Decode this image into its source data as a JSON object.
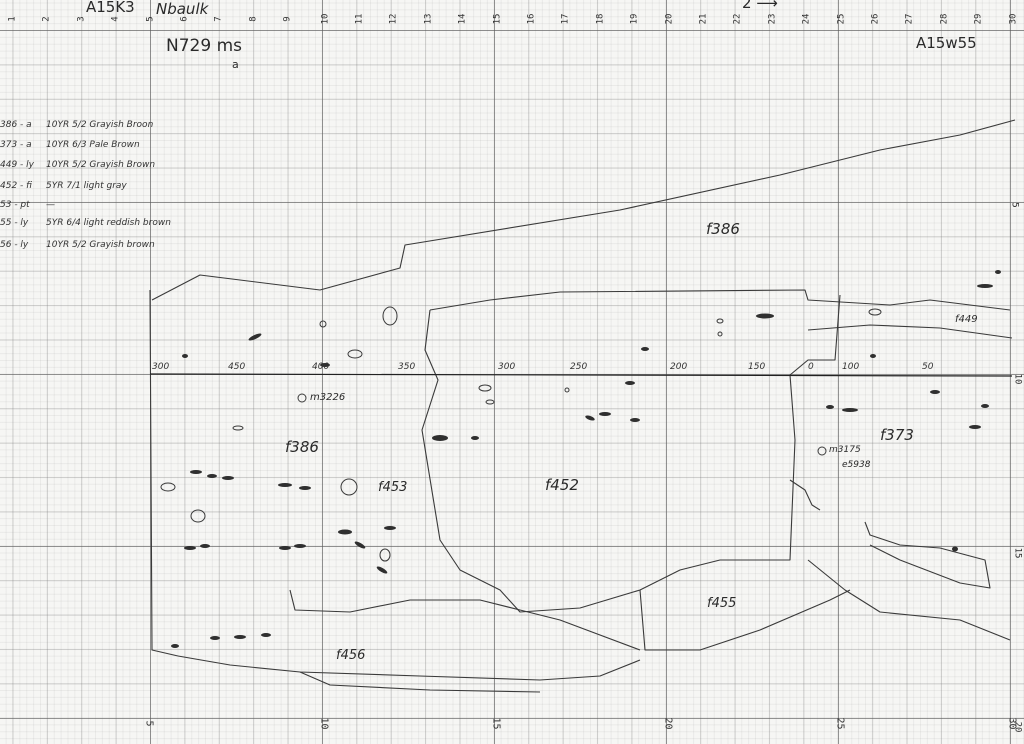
{
  "header": {
    "unit": "A15K3",
    "baulk": "Nbaulk",
    "arrow": "2 ⟶",
    "elevation": "N729 ms",
    "elevation_sub": "a",
    "unit_right": "A15w55"
  },
  "top_ruler": [
    "1",
    "2",
    "3",
    "4",
    "5",
    "6",
    "7",
    "8",
    "9",
    "10",
    "11",
    "12",
    "13",
    "14",
    "15",
    "16",
    "17",
    "18",
    "19",
    "20",
    "21",
    "22",
    "23",
    "24",
    "25",
    "26",
    "27",
    "28",
    "29",
    "30"
  ],
  "bottom_ruler": [
    "5",
    "10",
    "15",
    "20",
    "25",
    "30"
  ],
  "right_ruler": [
    "5",
    "10",
    "15",
    "20"
  ],
  "legend": [
    {
      "code": "386 - a",
      "desc": "10YR 5/2 Grayish Broon"
    },
    {
      "code": "373 - a",
      "desc": "10YR 6/3 Pale Brown"
    },
    {
      "code": "449 - ly",
      "desc": "10YR 5/2 Grayish Brown"
    },
    {
      "code": "452 - fi",
      "desc": "5YR 7/1 light gray"
    },
    {
      "code": "53 - pt",
      "desc": "—"
    },
    {
      "code": "55 - ly",
      "desc": "5YR 6/4 light reddish brown"
    },
    {
      "code": "56 - ly",
      "desc": "10YR 5/2 Grayish brown"
    }
  ],
  "scale_labels": [
    "300",
    "450",
    "400",
    "350",
    "300",
    "250",
    "200",
    "150",
    "0",
    "100",
    "50"
  ],
  "features": {
    "f386_top": "f386",
    "f386_left": "f386",
    "f453": "f453",
    "f452": "f452",
    "f455": "f455",
    "f456": "f456",
    "f373": "f373",
    "f449": "f449"
  },
  "samples": {
    "m3226": "m3226",
    "m3175": "m3175",
    "e5938": "e5938"
  },
  "colors": {
    "paper": "#f6f6f4",
    "grid": "#5a5a5a",
    "pencil": "#2a2a2a"
  }
}
